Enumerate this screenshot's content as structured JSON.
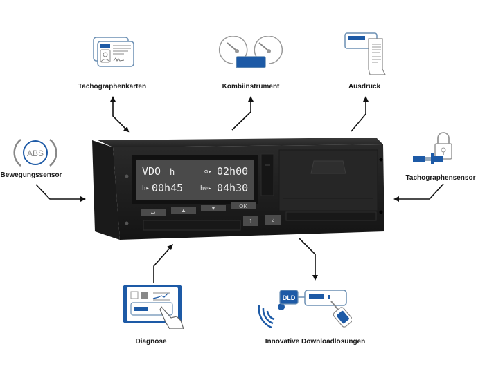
{
  "colors": {
    "accent_blue": "#1d5aa6",
    "icon_outline": "#6b8fb3",
    "device_body": "#1c1c1c",
    "lcd_bg": "#4a4a4a",
    "arrow": "#111111"
  },
  "components": {
    "tachographenkarten": {
      "label": "Tachographenkarten",
      "icon": "driver-card-icon"
    },
    "kombiinstrument": {
      "label": "Kombiinstrument",
      "icon": "instrument-cluster-icon"
    },
    "ausdruck": {
      "label": "Ausdruck",
      "icon": "printout-icon"
    },
    "bewegungssensor": {
      "label": "Bewegungssensor",
      "icon": "abs-sensor-icon",
      "icon_text": "ABS"
    },
    "tachographensensor": {
      "label": "Tachographensensor",
      "icon": "locked-sensor-icon"
    },
    "diagnose": {
      "label": "Diagnose",
      "icon": "tablet-touch-icon"
    },
    "download": {
      "label": "Innovative Downloadlösungen",
      "icon": "dld-download-icon",
      "icon_text": "DLD"
    }
  },
  "device": {
    "display": {
      "line1_left": "VDO",
      "line1_mid": "h",
      "line1_right": "02h00",
      "line2_left": "00h45",
      "line2_right": "04h30"
    },
    "buttons": {
      "back": "↩",
      "up": "▲",
      "down": "▼",
      "ok": "OK"
    }
  }
}
